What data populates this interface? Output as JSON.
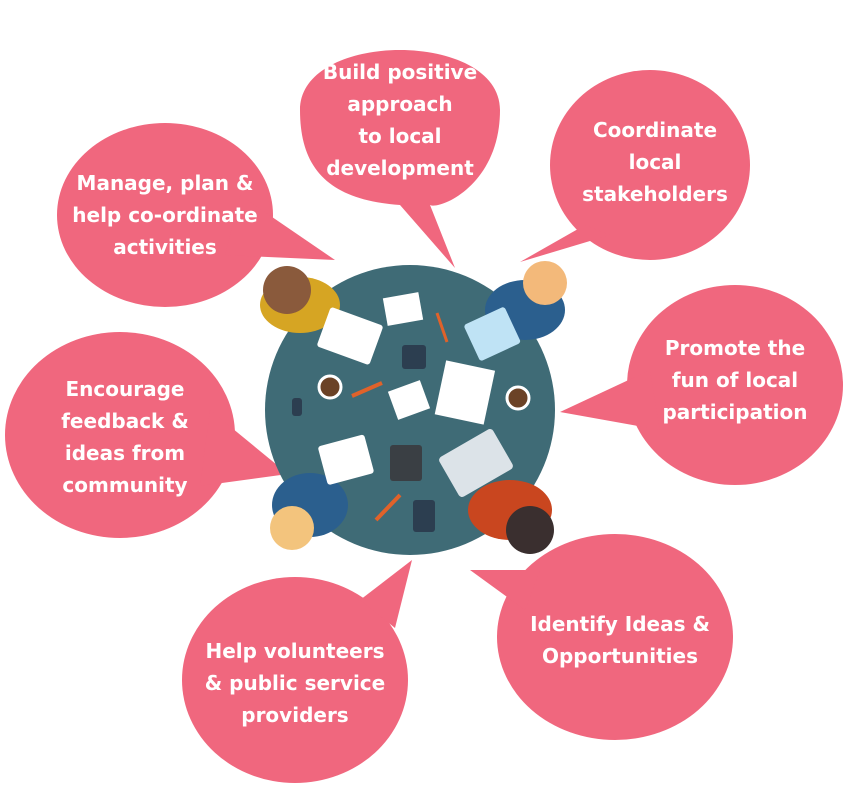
{
  "colors": {
    "bubble": "#f0677e",
    "bubble_shadow": "#e05068",
    "table": "#3f6b76",
    "table_dark": "#355c66",
    "text": "#ffffff"
  },
  "bubbles": [
    {
      "id": "build",
      "text": "Build positive\napproach\nto local\ndevelopment"
    },
    {
      "id": "coordinate",
      "text": "Coordinate\nlocal\nstakeholders"
    },
    {
      "id": "manage",
      "text": "Manage, plan &\nhelp co-ordinate\nactivities"
    },
    {
      "id": "promote",
      "text": "Promote the\nfun of local\nparticipation"
    },
    {
      "id": "encourage",
      "text": "Encourage\nfeedback &\nideas from\ncommunity"
    },
    {
      "id": "identify",
      "text": "Identify Ideas &\nOpportunities"
    },
    {
      "id": "help",
      "text": "Help volunteers\n& public service\nproviders"
    }
  ],
  "icons": {
    "table": "meeting-table-illustration",
    "people": [
      "person-top-left",
      "person-top-right",
      "person-bottom-left",
      "person-bottom-right"
    ]
  }
}
